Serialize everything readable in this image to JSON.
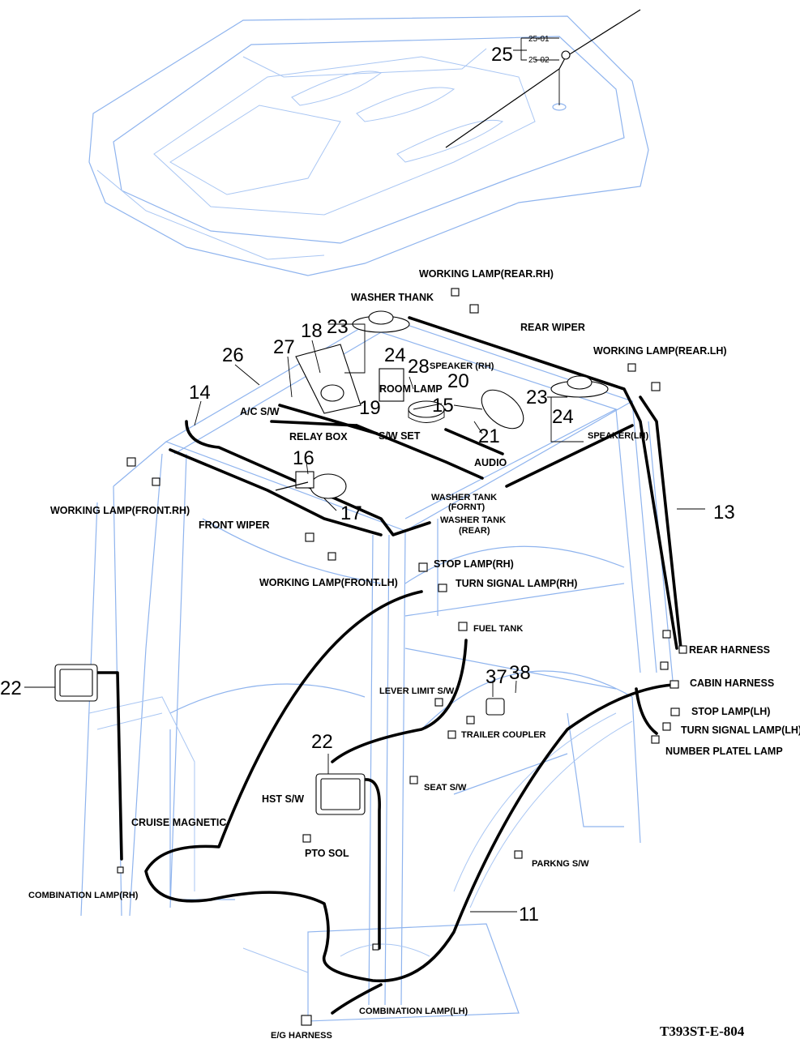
{
  "diagram": {
    "drawing_code": "T393ST-E-804",
    "part_numbers": {
      "p25": "25",
      "p25_01": "25-01",
      "p25_02": "25-02",
      "p23a": "23",
      "p18": "18",
      "p27": "27",
      "p26": "26",
      "p24a": "24",
      "p28": "28",
      "p20": "20",
      "p15": "15",
      "p23b": "23",
      "p24b": "24",
      "p19": "19",
      "p21": "21",
      "p14": "14",
      "p16": "16",
      "p17": "17",
      "p13": "13",
      "p37": "37",
      "p38": "38",
      "p22a": "22",
      "p22b": "22",
      "p11": "11"
    },
    "labels": {
      "working_lamp_rear_rh": "WORKING LAMP(REAR.RH)",
      "washer_thank": "WASHER THANK",
      "speaker_rh": "SPEAKER (RH)",
      "rear_wiper": "REAR WIPER",
      "working_lamp_rear_lh": "WORKING LAMP(REAR.LH)",
      "room_lamp": "ROOM LAMP",
      "speaker_lh": "SPEAKER(LH)",
      "ac_sw": "A/C S/W",
      "relay_box": "RELAY BOX",
      "sw_set": "S/W SET",
      "audio": "AUDIO",
      "working_lamp_front_rh": "WORKING LAMP(FRONT.RH)",
      "front_wiper": "FRONT WIPER",
      "washer_tank_front_1": "WASHER TANK",
      "washer_tank_front_2": "(FORNT)",
      "washer_tank_rear_1": "WASHER TANK",
      "washer_tank_rear_2": "(REAR)",
      "stop_lamp_rh": "STOP LAMP(RH)",
      "working_lamp_front_lh": "WORKING LAMP(FRONT.LH)",
      "turn_signal_lamp_rh": "TURN SIGNAL LAMP(RH)",
      "fuel_tank": "FUEL TANK",
      "rear_harness": "REAR HARNESS",
      "cabin_harness": "CABIN HARNESS",
      "lever_limit_sw": "LEVER LIMIT S/W",
      "stop_lamp_lh": "STOP LAMP(LH)",
      "turn_signal_lamp_lh": "TURN SIGNAL LAMP(LH)",
      "trailer_coupler": "TRAILER COUPLER",
      "number_platel_lamp": "NUMBER PLATEL LAMP",
      "seat_sw": "SEAT S/W",
      "hst_sw": "HST S/W",
      "cruise_magnetic": "CRUISE MAGNETIC",
      "pto_sol": "PTO SOL",
      "parkng_sw": "PARKNG S/W",
      "combination_lamp_rh": "COMBINATION LAMP(RH)",
      "combination_lamp_lh": "COMBINATION LAMP(LH)",
      "eg_harness": "E/G HARNESS"
    }
  }
}
